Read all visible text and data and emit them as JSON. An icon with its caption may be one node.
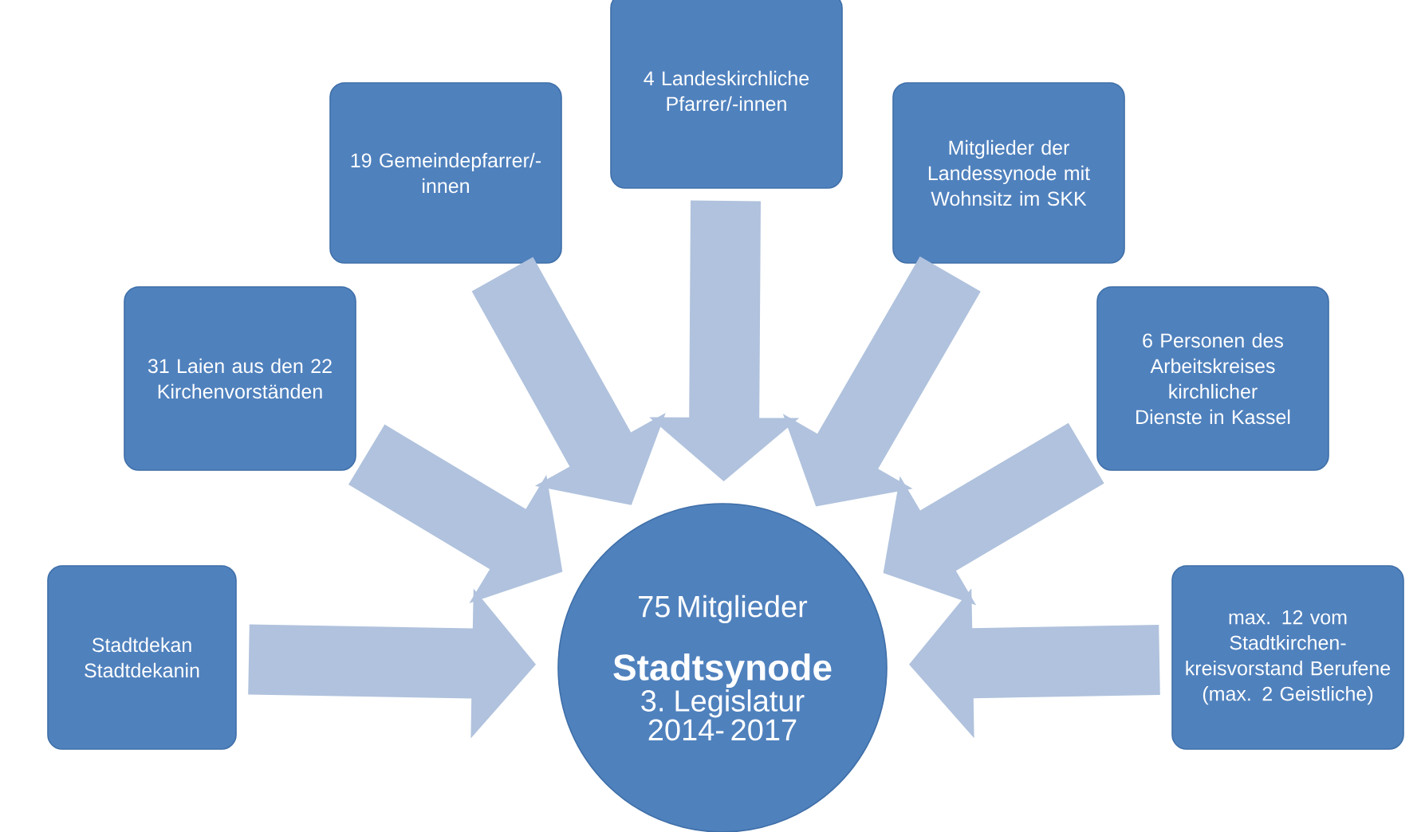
{
  "diagram": {
    "nodes": [
      {
        "text": [
          "Stadtdekan Stadtdekanin"
        ]
      },
      {
        "text": [
          "31 Laien aus den 22 Kirchenvorständen"
        ]
      },
      {
        "text": [
          "19 Gemeindepfarrer/-innen"
        ]
      },
      {
        "text": [
          "4 Landeskirchliche Pfarrer/-innen"
        ]
      },
      {
        "text": [
          "Mitglieder der Landessynode mit Wohnsitz im SKK"
        ]
      },
      {
        "text": [
          "6 Personen des Arbeitskreises kirchlicher Dienste in Kassel"
        ]
      },
      {
        "text": [
          "max. 12 vom Stadtkirchen-kreisvorstand Berufene  (max. 2 Geistliche)"
        ]
      },
      {
        "text": [
          "75 Mitglieder",
          "Stadtsynode",
          "3. Legislatur 2014- 2017"
        ]
      }
    ],
    "edges": [
      {
        "from": 0,
        "to": 7,
        "arrow": "to"
      },
      {
        "from": 1,
        "to": 7,
        "arrow": "to"
      },
      {
        "from": 2,
        "to": 7,
        "arrow": "to"
      },
      {
        "from": 3,
        "to": 7,
        "arrow": "to"
      },
      {
        "from": 4,
        "to": 7,
        "arrow": "to"
      },
      {
        "from": 5,
        "to": 7,
        "arrow": "to"
      },
      {
        "from": 6,
        "to": 7,
        "arrow": "to"
      }
    ]
  }
}
